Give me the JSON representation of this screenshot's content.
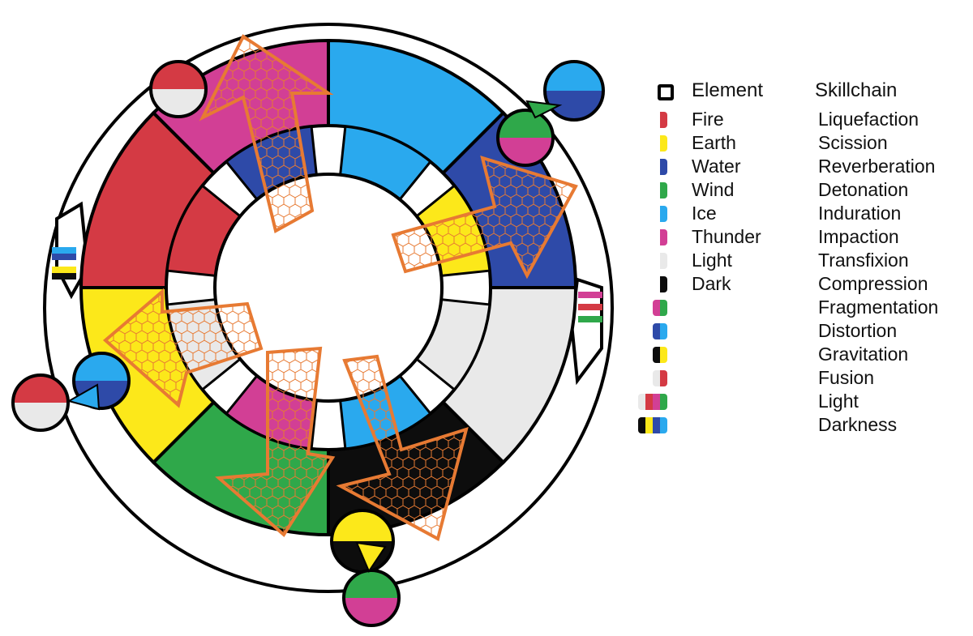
{
  "colors": {
    "fire": "#d43a44",
    "earth": "#fce81a",
    "water": "#2e4aa8",
    "wind": "#2fa84a",
    "ice": "#2aa9ee",
    "thunder": "#d23f95",
    "light": "#e9e9e9",
    "dark": "#0d0d0d",
    "arrow": "#e77a33"
  },
  "legend": {
    "element_header": "Element",
    "skillchain_header": "Skillchain",
    "rows": [
      {
        "element": "Fire",
        "skillchain": "Liquefaction",
        "swatch": [
          "fire"
        ]
      },
      {
        "element": "Earth",
        "skillchain": "Scission",
        "swatch": [
          "earth"
        ]
      },
      {
        "element": "Water",
        "skillchain": "Reverberation",
        "swatch": [
          "water"
        ]
      },
      {
        "element": "Wind",
        "skillchain": "Detonation",
        "swatch": [
          "wind"
        ]
      },
      {
        "element": "Ice",
        "skillchain": "Induration",
        "swatch": [
          "ice"
        ]
      },
      {
        "element": "Thunder",
        "skillchain": "Impaction",
        "swatch": [
          "thunder"
        ]
      },
      {
        "element": "Light",
        "skillchain": "Transfixion",
        "swatch": [
          "light"
        ]
      },
      {
        "element": "Dark",
        "skillchain": "Compression",
        "swatch": [
          "dark"
        ]
      },
      {
        "element": "",
        "skillchain": "Fragmentation",
        "swatch": [
          "thunder",
          "wind"
        ]
      },
      {
        "element": "",
        "skillchain": "Distortion",
        "swatch": [
          "water",
          "ice"
        ]
      },
      {
        "element": "",
        "skillchain": "Gravitation",
        "swatch": [
          "dark",
          "earth"
        ]
      },
      {
        "element": "",
        "skillchain": "Fusion",
        "swatch": [
          "light",
          "fire"
        ]
      },
      {
        "element": "",
        "skillchain": "Light",
        "swatch": [
          "light",
          "fire",
          "thunder",
          "wind"
        ]
      },
      {
        "element": "",
        "skillchain": "Darkness",
        "swatch": [
          "dark",
          "earth",
          "water",
          "ice"
        ]
      }
    ]
  },
  "wheel": {
    "sectors": [
      {
        "color": "ice",
        "outer": "ice",
        "inner": "ice"
      },
      {
        "color": "water",
        "outer": "water",
        "inner": "earth"
      },
      {
        "color": "light",
        "outer": "light",
        "inner": "light"
      },
      {
        "color": "dark",
        "outer": "dark",
        "inner": "ice"
      },
      {
        "color": "wind",
        "outer": "wind",
        "inner": "thunder"
      },
      {
        "color": "earth",
        "outer": "earth",
        "inner": "light"
      },
      {
        "color": "fire",
        "outer": "fire",
        "inner": "fire"
      },
      {
        "color": "thunder",
        "outer": "thunder",
        "inner": "water"
      }
    ],
    "node_circles": [
      {
        "name": "top-left",
        "colors": [
          "fire",
          "light"
        ]
      },
      {
        "name": "top-right-outer",
        "colors": [
          "ice",
          "water"
        ]
      },
      {
        "name": "top-right-inner",
        "colors": [
          "wind",
          "thunder"
        ]
      },
      {
        "name": "left-outer",
        "colors": [
          "fire",
          "light"
        ]
      },
      {
        "name": "left-inner",
        "colors": [
          "ice",
          "water"
        ]
      },
      {
        "name": "bottom-outer",
        "colors": [
          "earth",
          "dark"
        ]
      },
      {
        "name": "bottom-inner",
        "colors": [
          "wind",
          "thunder"
        ]
      }
    ]
  }
}
